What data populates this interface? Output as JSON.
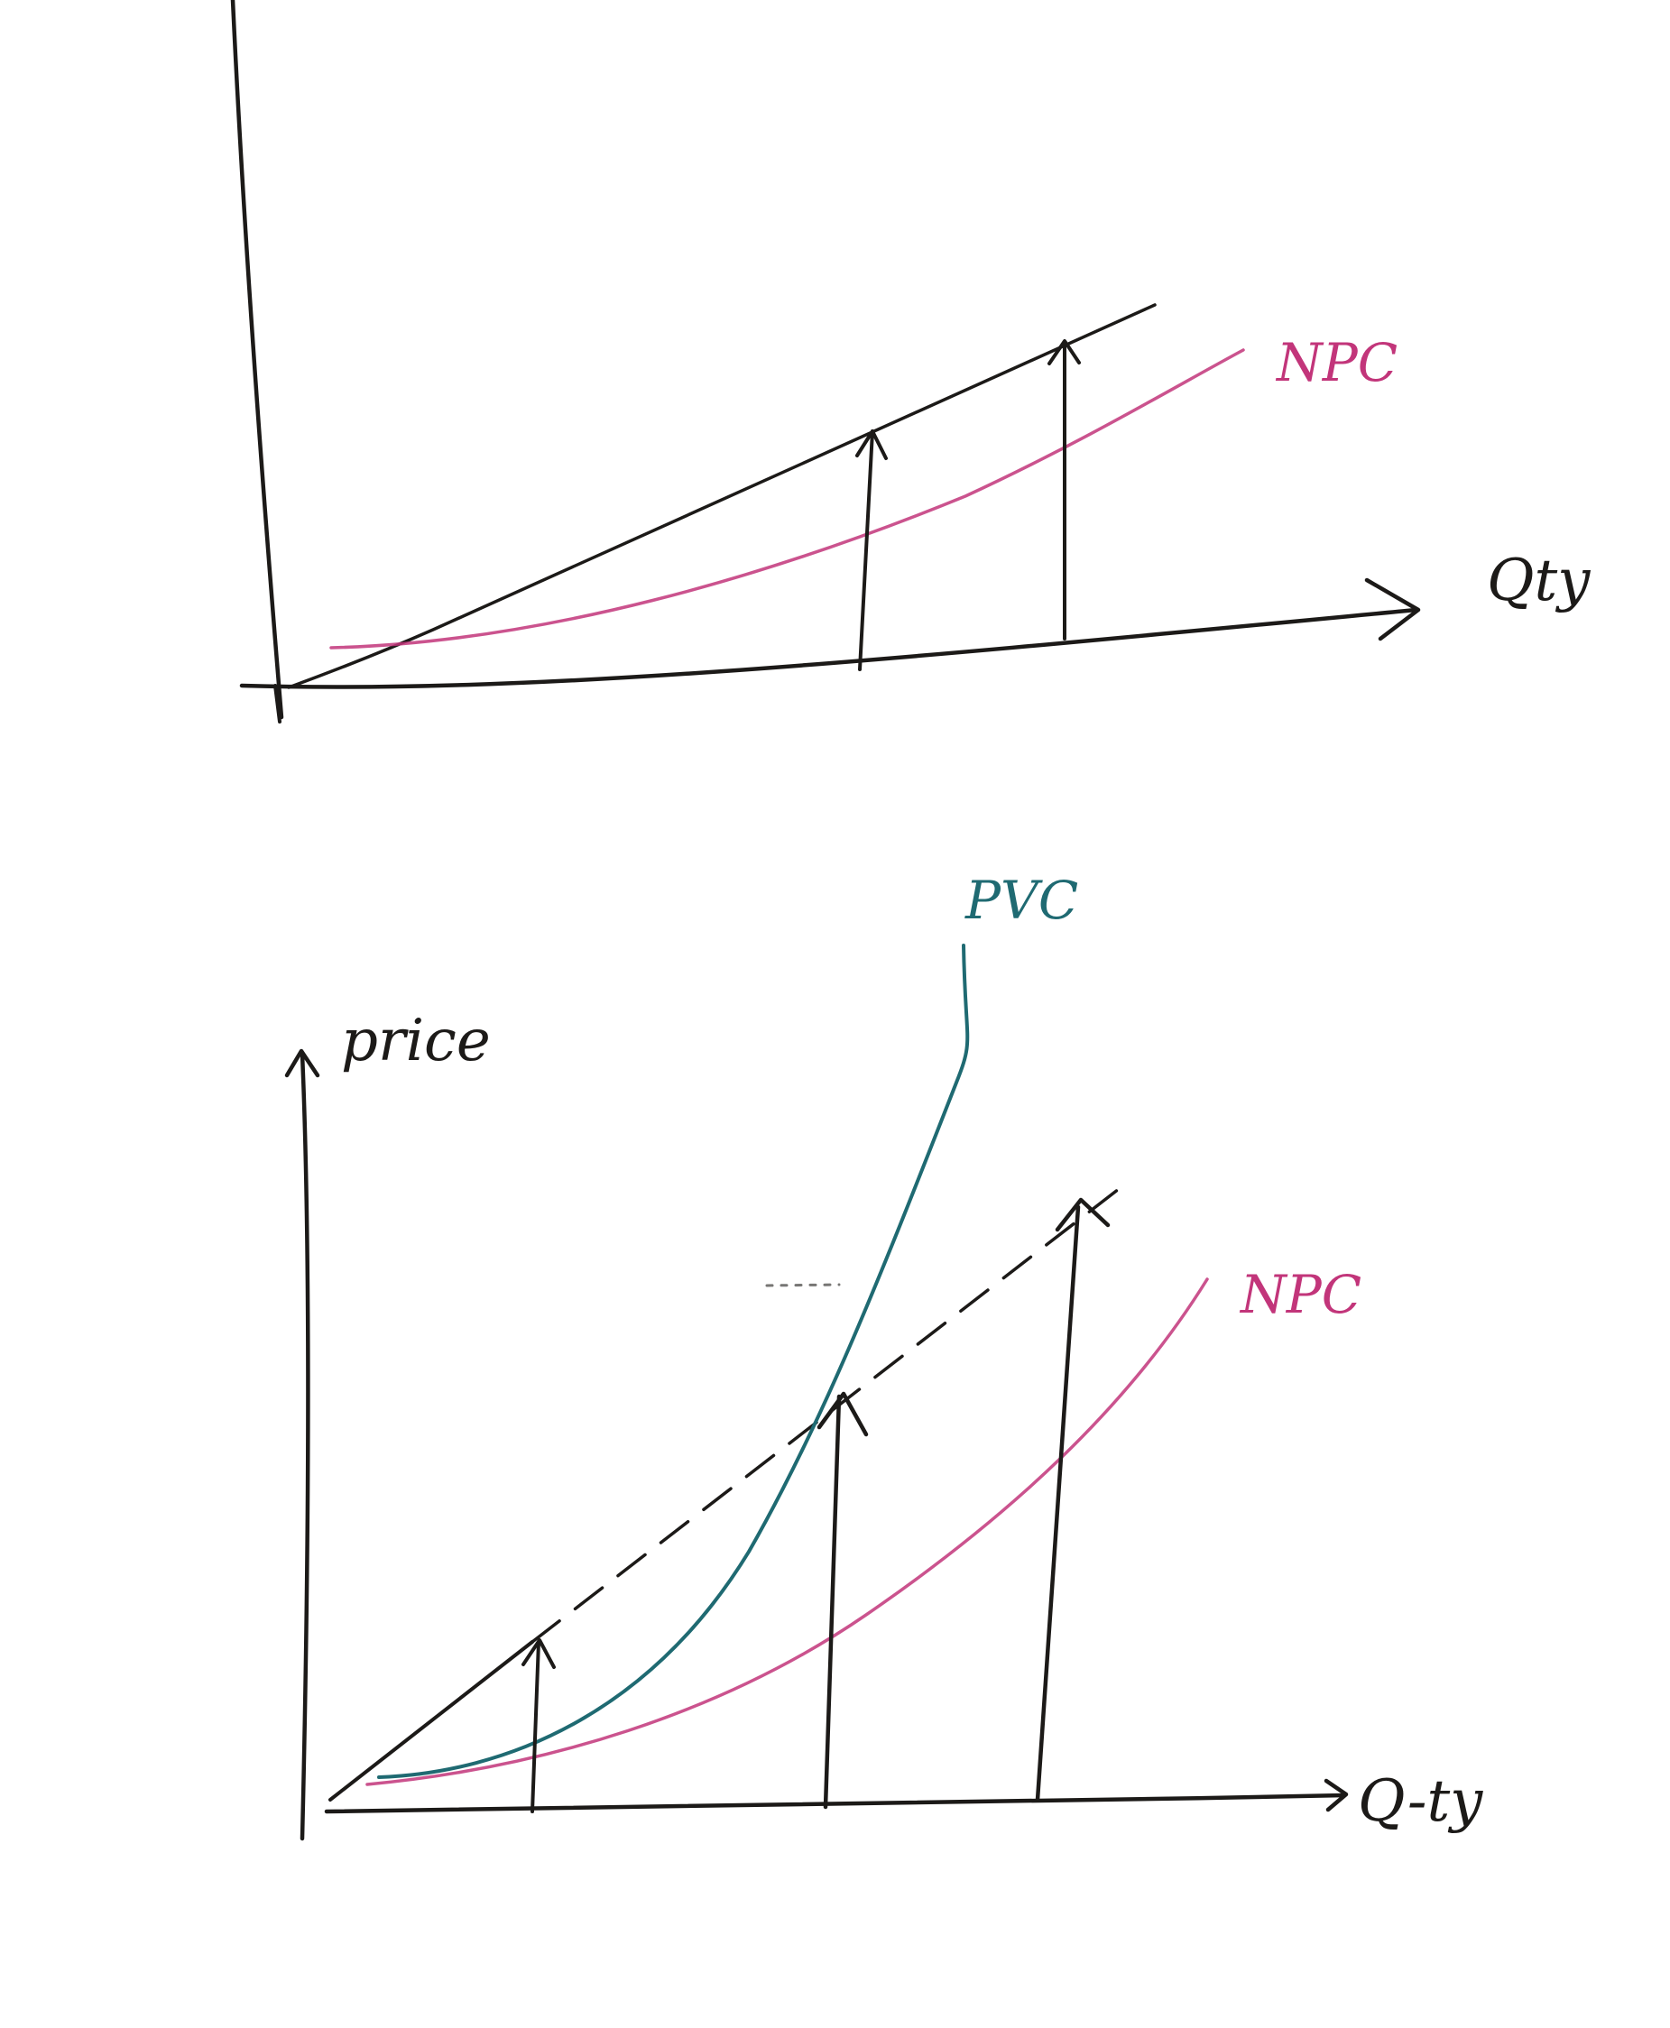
{
  "colors": {
    "background": "#ffffff",
    "ink_black": "#1c1a18",
    "ink_magenta": "#c2357a",
    "ink_teal": "#1f6a72"
  },
  "top_diagram": {
    "x_axis_label": "Qty",
    "curve_label": "NPC"
  },
  "bottom_diagram": {
    "y_axis_label": "price",
    "x_axis_label": "Q-ty",
    "curve_labels": {
      "pvc": "PVC",
      "npc": "NPC"
    }
  }
}
